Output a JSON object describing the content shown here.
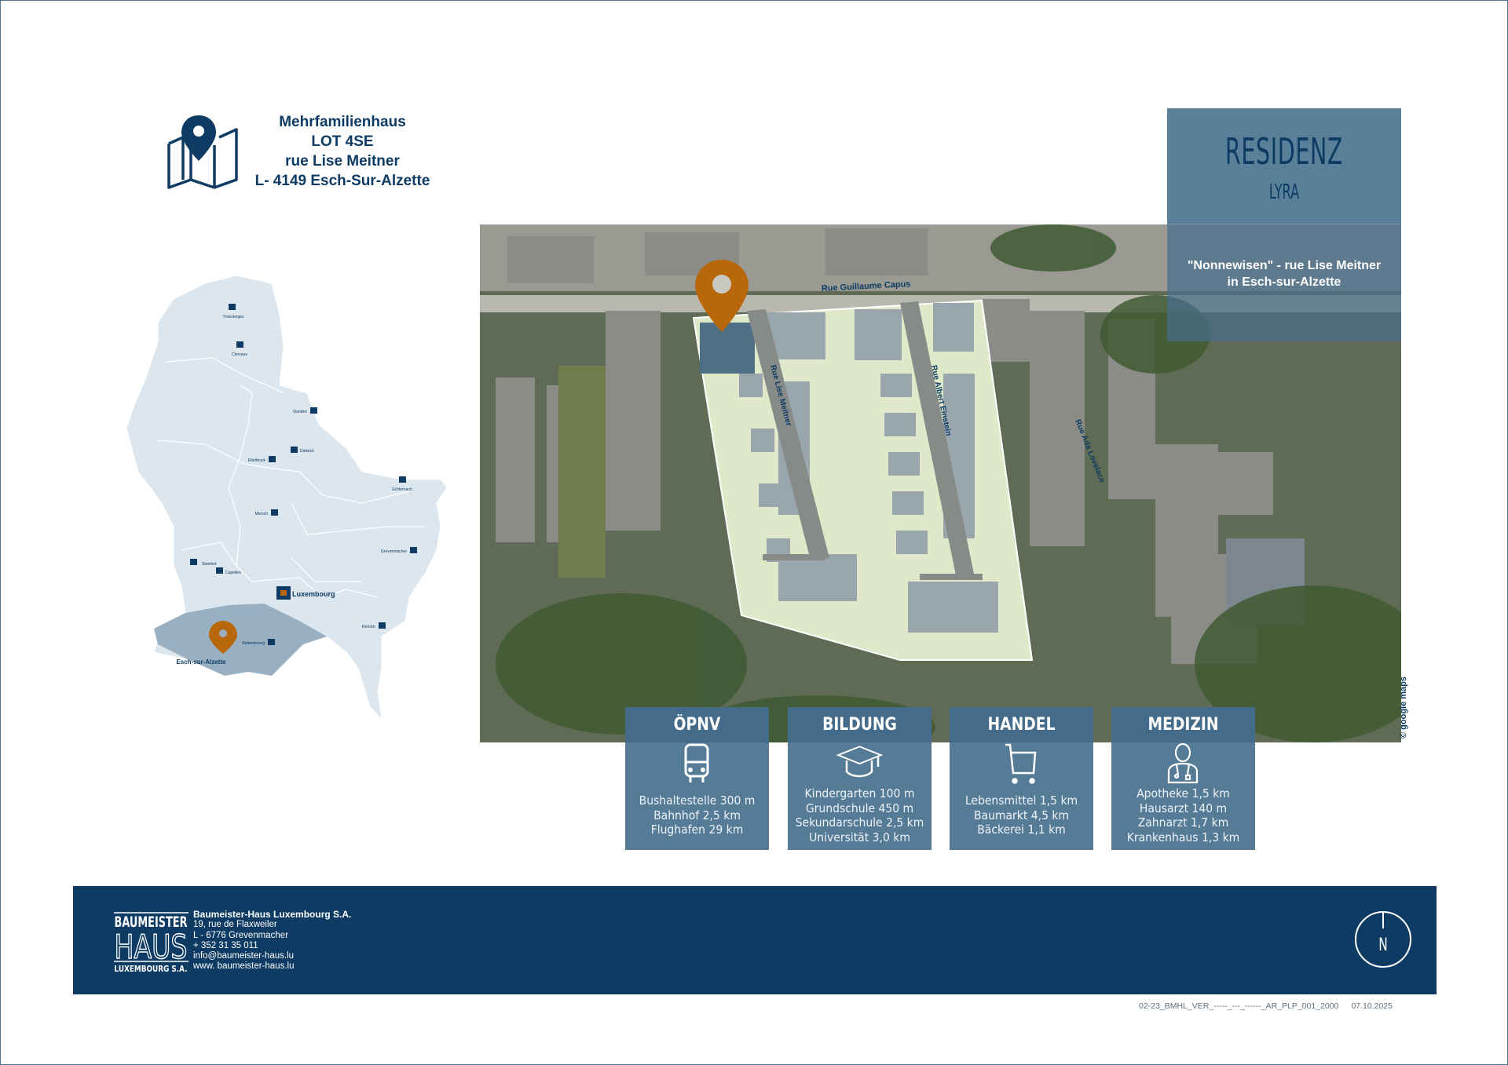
{
  "address": {
    "lines": [
      "Mehrfamilienhaus",
      "LOT 4SE",
      "rue Lise Meitner",
      "L- 4149 Esch-Sur-Alzette"
    ],
    "icon": "map-pin-icon"
  },
  "country_map": {
    "cities": [
      "Troisvierges",
      "Clervaux",
      "Vianden",
      "Diekirch",
      "Ettelbruck",
      "Echternach",
      "Mersch",
      "Grevenmacher",
      "Steinfort",
      "Capellen",
      "Luxembourg",
      "Remich",
      "Bettembourg"
    ],
    "location_label": "Esch-sur-Alzette"
  },
  "aerial": {
    "streets": [
      "Rue Guillaume Capus",
      "Rue Lise Meitner",
      "Rue Albert Einstein",
      "Rue Ada Lovelace"
    ],
    "credit": "© google maps"
  },
  "residenz": {
    "title": "RESIDENZ",
    "subtitle": "LYRA",
    "description": [
      "\"Nonnewisen\" - rue Lise Meitner",
      "in Esch-sur-Alzette"
    ]
  },
  "categories": [
    {
      "title": "ÖPNV",
      "icon": "bus-icon",
      "items": [
        "Bushaltestelle 300 m",
        "Bahnhof 2,5 km",
        "Flughafen 29 km"
      ]
    },
    {
      "title": "BILDUNG",
      "icon": "graduation-cap-icon",
      "items": [
        "Kindergarten 100 m",
        "Grundschule 450 m",
        "Sekundarschule 2,5 km",
        "Universität 3,0 km"
      ]
    },
    {
      "title": "HANDEL",
      "icon": "shopping-cart-icon",
      "items": [
        "Lebensmittel 1,5 km",
        "Baumarkt 4,5 km",
        "Bäckerei 1,1 km"
      ]
    },
    {
      "title": "MEDIZIN",
      "icon": "doctor-icon",
      "items": [
        "Apotheke 1,5 km",
        "Hausarzt 140 m",
        "Zahnarzt 1,7 km",
        "Krankenhaus 1,3 km"
      ]
    }
  ],
  "footer": {
    "logo": [
      "BAUMEISTER",
      "HAUS",
      "LUXEMBOURG S.A."
    ],
    "company": "Baumeister-Haus Luxembourg S.A.",
    "street": "19, rue de Flaxweiler",
    "city": "L - 6776 Grevenmacher",
    "phone": "+ 352 31 35 011",
    "email": "info@baumeister-haus.lu",
    "web": "www. baumeister-haus.lu",
    "north": "N"
  },
  "doc": {
    "id": "02-23_BMHL_VER_-----_---_------_AR_PLP_001_2000",
    "date": "07.10.2025"
  },
  "colors": {
    "navy": "#0d3b63",
    "box": "#557b97",
    "pin": "#b8680a",
    "map_light": "#dce6ee",
    "map_region": "#98b0c2"
  }
}
